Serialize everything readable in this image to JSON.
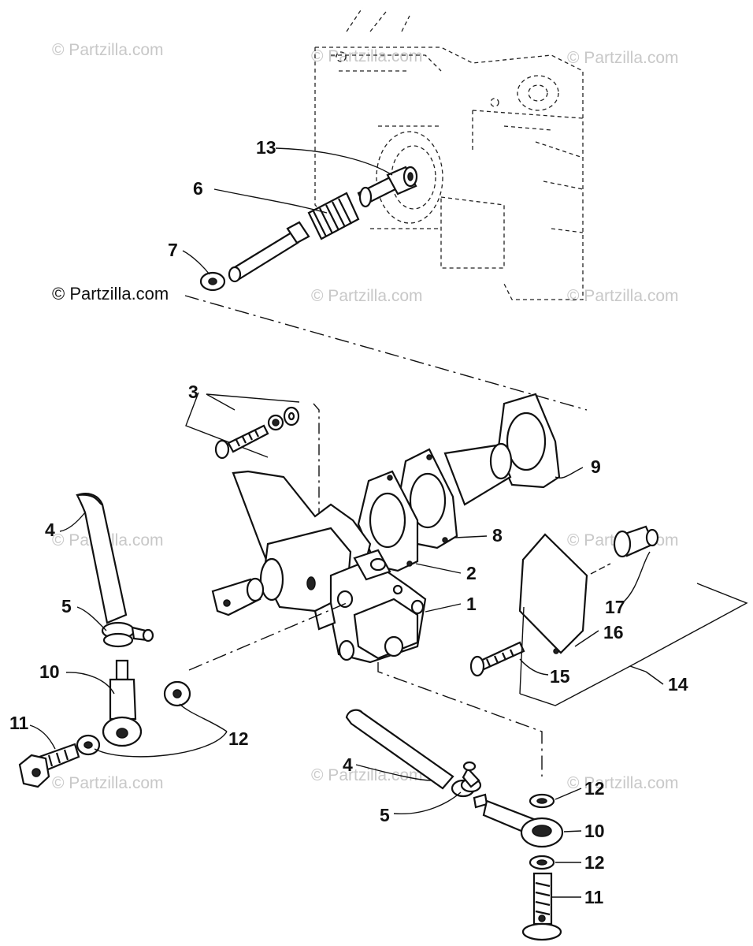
{
  "copyright": "© Partzilla.com",
  "watermark": "© Partzilla.com",
  "callouts": [
    "13",
    "6",
    "7",
    "3",
    "4",
    "5",
    "10",
    "11",
    "12",
    "9",
    "8",
    "2",
    "1",
    "17",
    "16",
    "15",
    "14",
    "4",
    "5",
    "12",
    "10",
    "12",
    "11"
  ]
}
